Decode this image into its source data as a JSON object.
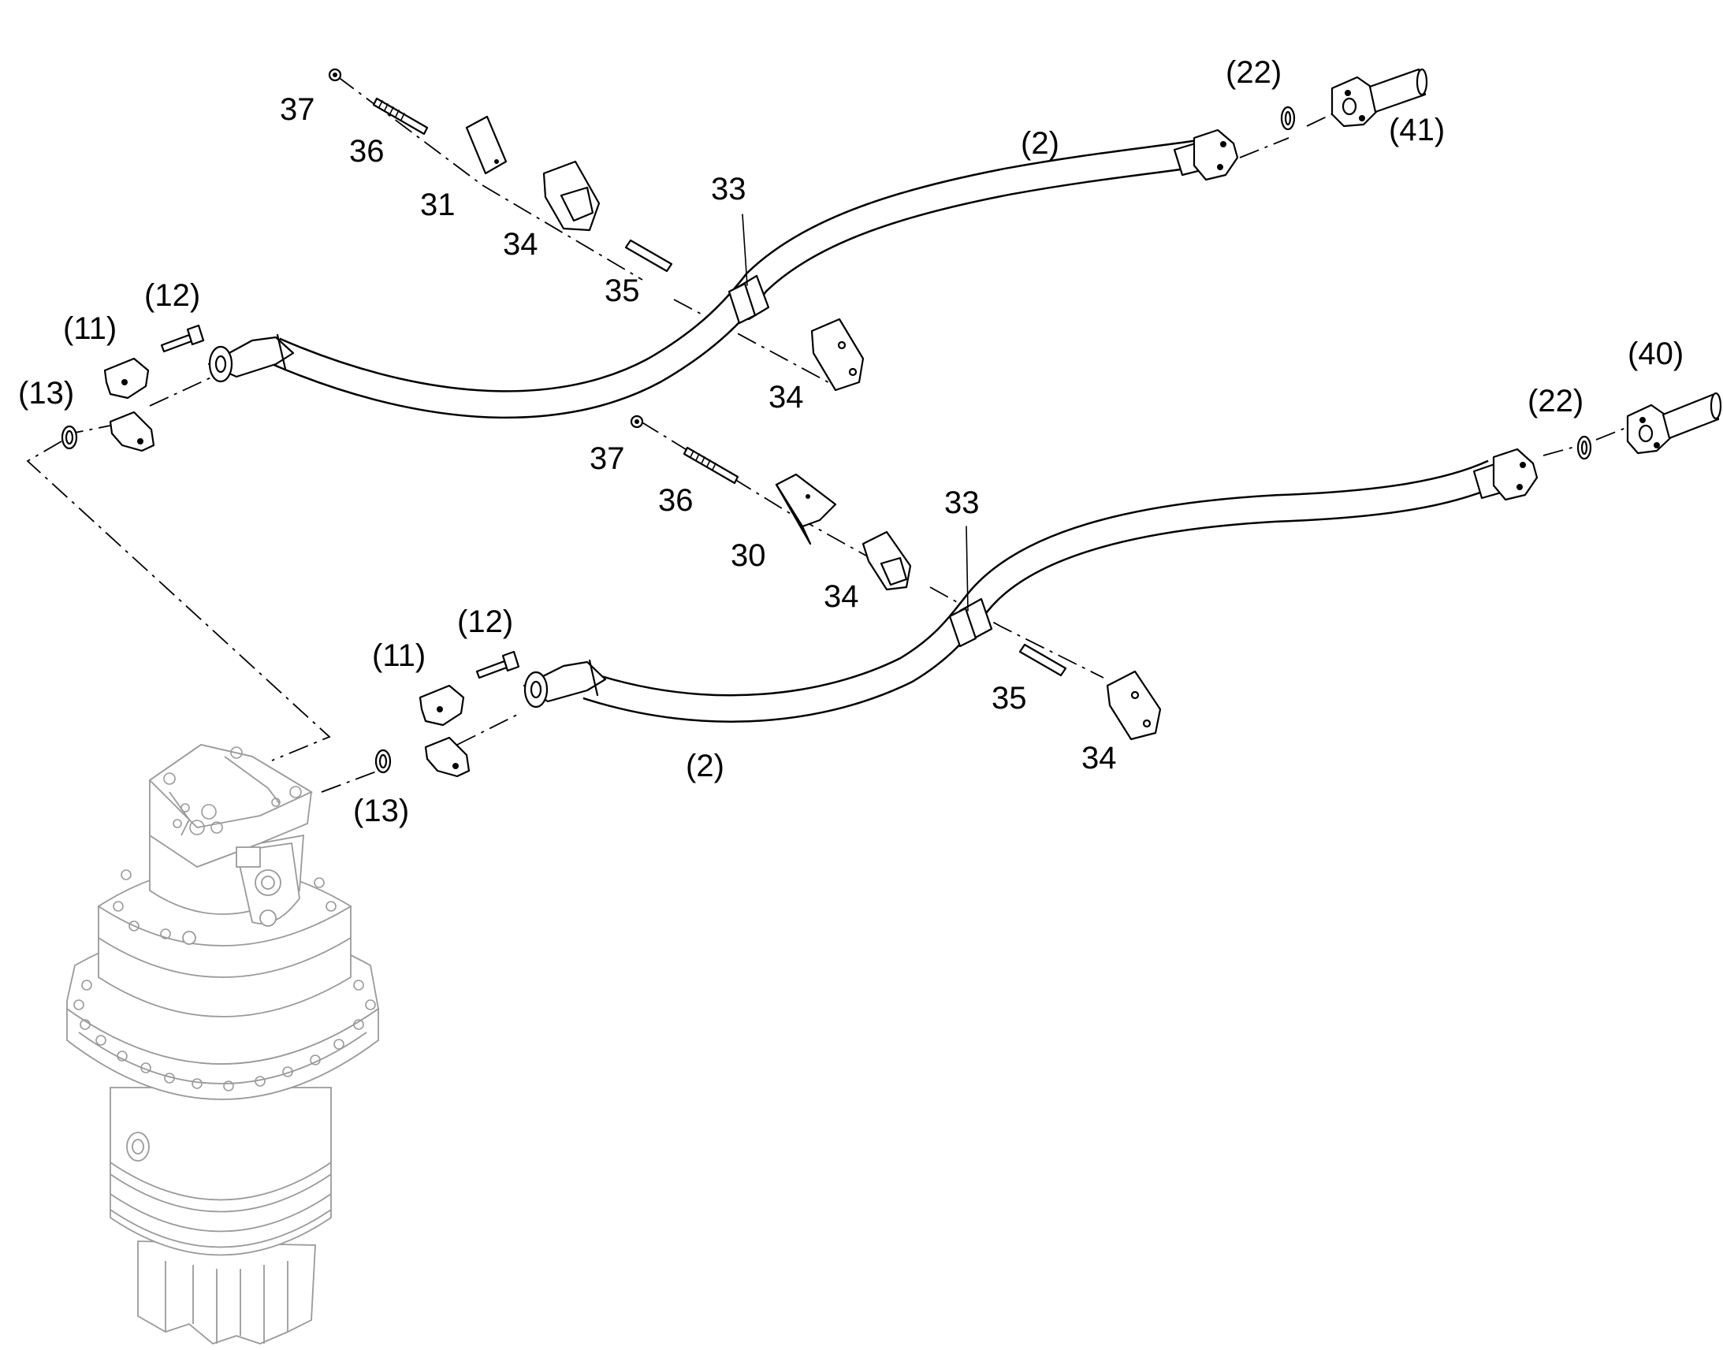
{
  "callouts": {
    "c37a": "37",
    "c36a": "36",
    "c31": "31",
    "c34a": "34",
    "c35a": "35",
    "c33a": "33",
    "c34b": "34",
    "c2a": "(2)",
    "c22a": "(22)",
    "c41": "(41)",
    "c12a": "(12)",
    "c11a": "(11)",
    "c13a": "(13)",
    "c37b": "37",
    "c36b": "36",
    "c30": "30",
    "c34c": "34",
    "c33b": "33",
    "c35b": "35",
    "c34d": "34",
    "c2b": "(2)",
    "c22b": "(22)",
    "c40": "(40)",
    "c12b": "(12)",
    "c11b": "(11)",
    "c13b": "(13)"
  }
}
